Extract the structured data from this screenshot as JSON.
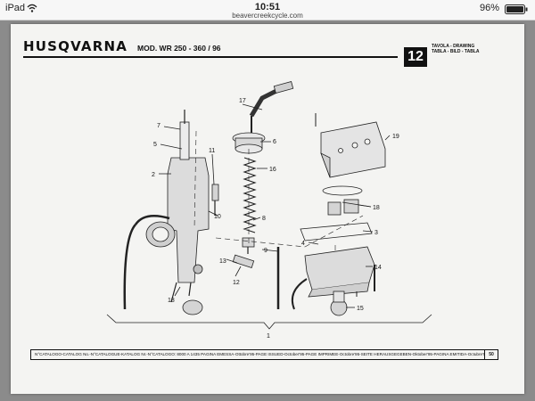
{
  "status_bar": {
    "device": "iPad",
    "time": "10:51",
    "url": "beavercreekcycle.com",
    "battery": "96%"
  },
  "sheet": {
    "brand": "HUSQVARNA",
    "model": "MOD. WR 250 - 360 / 96",
    "table_number": "12",
    "table_labels": [
      "TAVOLA - DRAWING",
      "TABLA - BILD - TABLA"
    ],
    "footer_text": "N°CATALOGO-CATALOG No.-N°CATALOGUE-KATALOG Nr.-N°CATALOGO: 8000 A 1435 PAGINA EMESSA-Ottobre'95-PAGE ISSUED-October'95-PAGE IMPRIMEE-Octobre'95-SEITE HERAUSGEGEBEN-Oktober'95-PAGINA EMITIDA-Octubre'95",
    "page_number": "50"
  },
  "diagram": {
    "callouts": [
      "17",
      "7",
      "5",
      "2",
      "6",
      "11",
      "16",
      "8",
      "9",
      "10",
      "13",
      "12",
      "18",
      "19",
      "18",
      "3",
      "4",
      "14",
      "15",
      "1"
    ]
  }
}
